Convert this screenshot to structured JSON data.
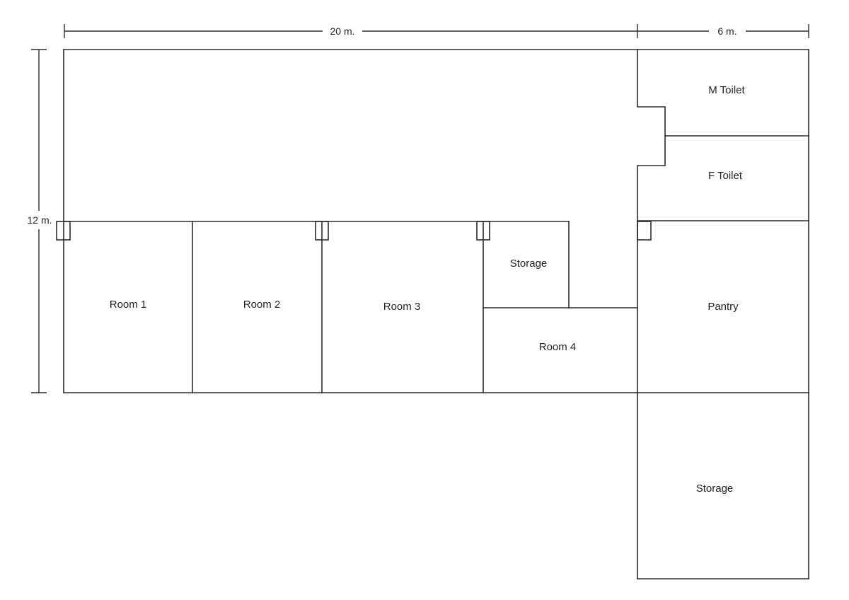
{
  "dimensions": {
    "main_width": "20 m.",
    "wing_width": "6 m.",
    "height": "12 m."
  },
  "rooms": {
    "room1": "Room 1",
    "room2": "Room 2",
    "room3": "Room 3",
    "room4": "Room 4",
    "storage_small": "Storage",
    "m_toilet": "M Toilet",
    "f_toilet": "F Toilet",
    "pantry": "Pantry",
    "storage_large": "Storage"
  }
}
